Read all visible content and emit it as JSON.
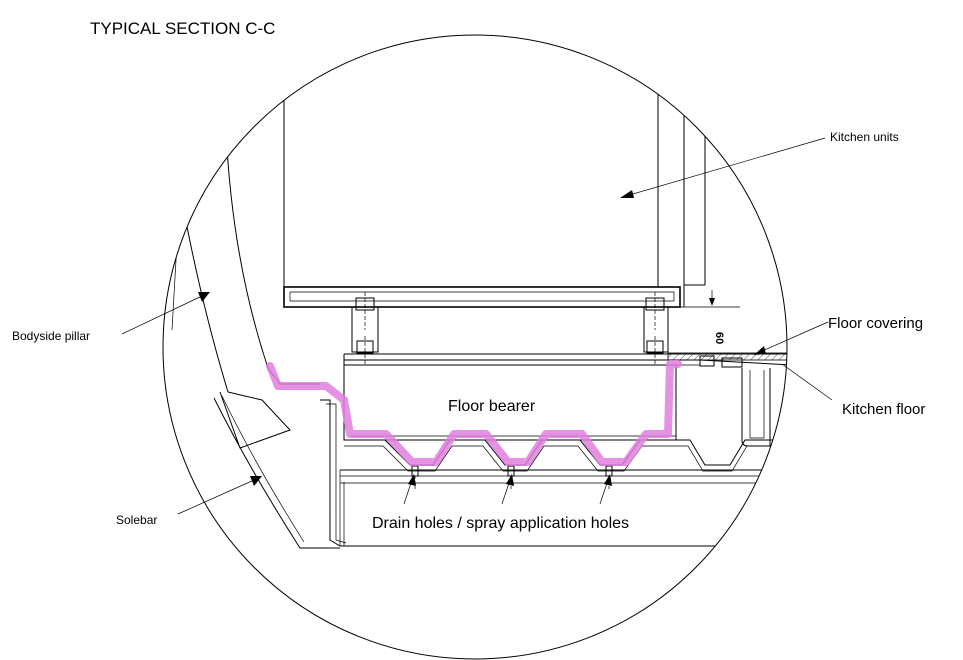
{
  "title": "TYPICAL SECTION C-C",
  "labels": {
    "kitchen_units": "Kitchen units",
    "bodyside_pillar": "Bodyside pillar",
    "floor_covering": "Floor covering",
    "kitchen_floor": "Kitchen floor",
    "floor_bearer": "Floor bearer",
    "solebar": "Solebar",
    "drain_holes": "Drain holes / spray application holes",
    "dimension": "60"
  },
  "colors": {
    "highlight": "#e07fe0",
    "line": "#000000"
  }
}
